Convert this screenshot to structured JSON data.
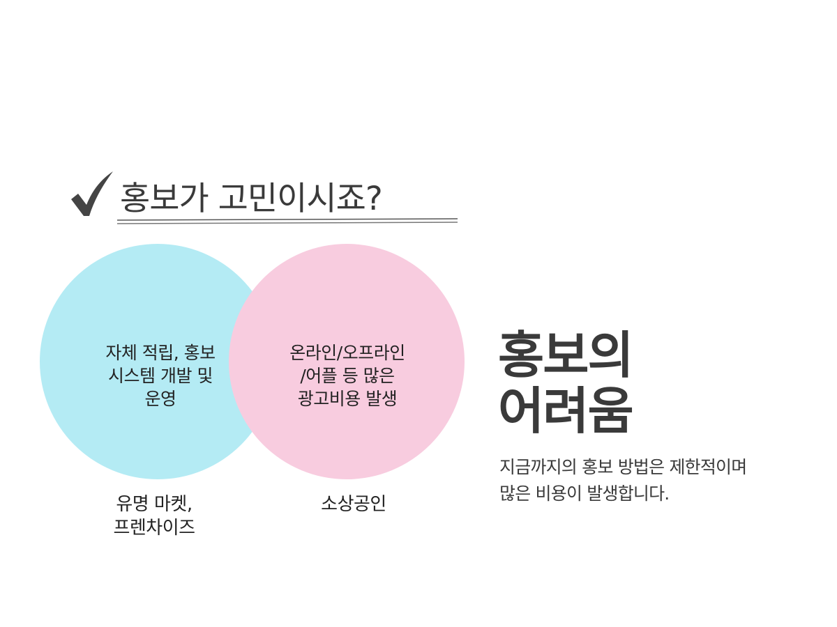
{
  "heading": {
    "icon": "check-icon",
    "text": "홍보가 고민이시죠?"
  },
  "venn": {
    "left": {
      "color": "#b4ebf4",
      "text": "자체 적립, 홍보\n시스템 개발 및\n운영",
      "caption": "유명 마켓,\n프렌차이즈"
    },
    "right": {
      "color": "#f8ccdf",
      "text": "온라인/오프라인\n/어플 등 많은\n광고비용 발생",
      "caption": "소상공인"
    }
  },
  "summary": {
    "title": "홍보의\n어려움",
    "description": "지금까지의 홍보 방법은 제한적이며\n많은 비용이 발생합니다."
  }
}
